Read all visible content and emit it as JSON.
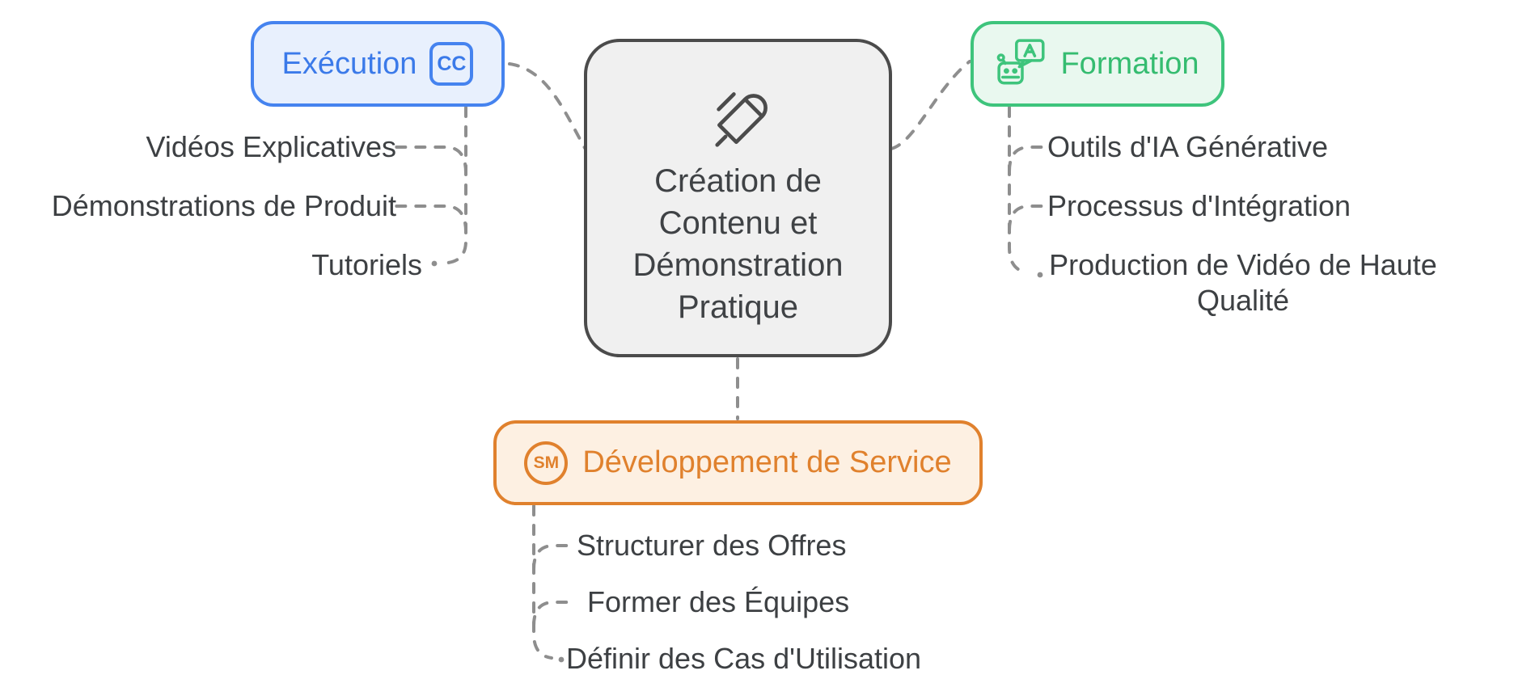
{
  "diagram": {
    "connector_color": "#8e8e8e",
    "item_text_color": "#3d4043",
    "center": {
      "icon": "pen-icon",
      "title_lines": [
        "Création de",
        "Contenu et",
        "Démonstration",
        "Pratique"
      ],
      "border_color": "#4b4b4b",
      "fill_color": "#f0f0f0",
      "text_color": "#3f4245"
    },
    "branches": [
      {
        "label": "Exécution",
        "icon": "closed-captions-icon",
        "icon_text": "CC",
        "accent_color": "#3b7ae9",
        "border_color": "#4583ef",
        "fill_color": "#e8f0fd",
        "items": [
          "Vidéos Explicatives",
          "Démonstrations de Produit",
          "Tutoriels"
        ]
      },
      {
        "label": "Formation",
        "icon": "robot-chat-icon",
        "accent_color": "#35bc70",
        "border_color": "#3ec47c",
        "fill_color": "#e9f8ef",
        "items": [
          "Outils d'IA Générative",
          "Processus d'Intégration",
          "Production de Vidéo de Haute Qualité"
        ]
      },
      {
        "label": "Développement de Service",
        "icon": "service-mark-icon",
        "icon_text": "SM",
        "accent_color": "#e0812d",
        "border_color": "#e0812d",
        "fill_color": "#fdf0e2",
        "items": [
          "Structurer des Offres",
          "Former des Équipes",
          "Définir des Cas d'Utilisation"
        ]
      }
    ]
  }
}
